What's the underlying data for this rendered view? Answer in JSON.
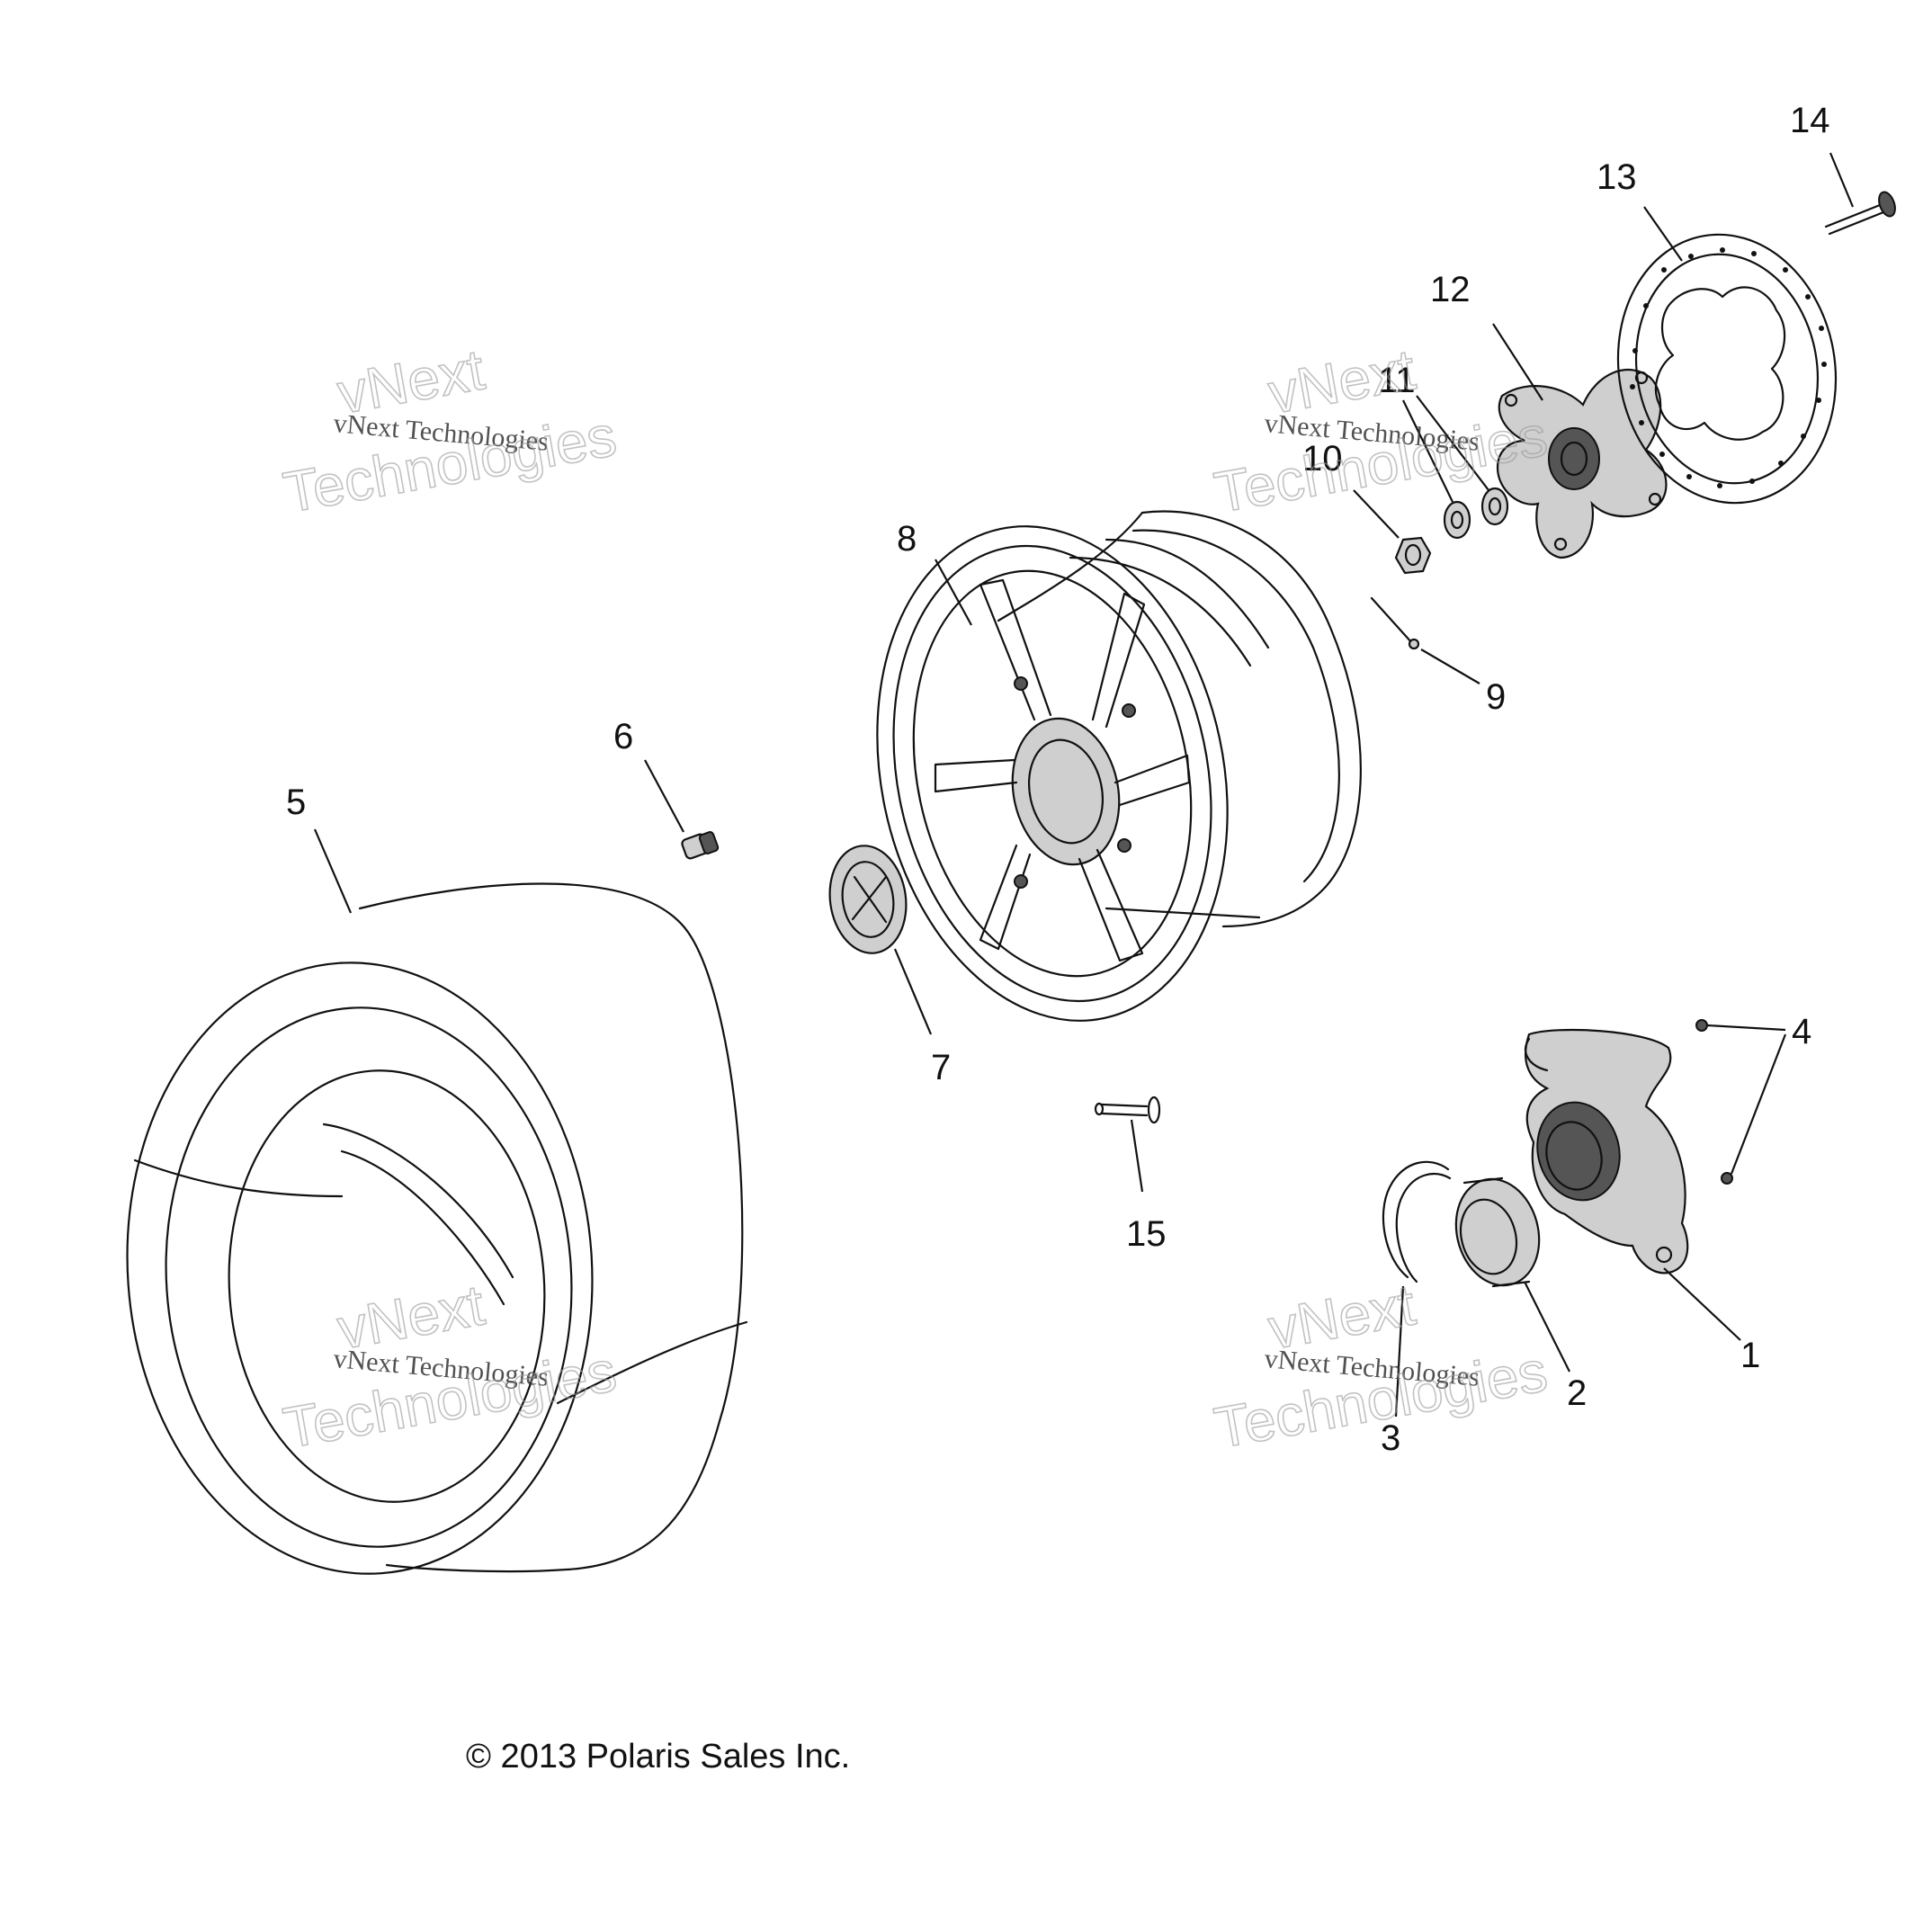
{
  "labels": {
    "l1": "1",
    "l2": "2",
    "l3": "3",
    "l4": "4",
    "l5": "5",
    "l6": "6",
    "l7": "7",
    "l8": "8",
    "l9": "9",
    "l10": "10",
    "l11": "11",
    "l12": "12",
    "l13": "13",
    "l14": "14",
    "l15": "15"
  },
  "copyright": "© 2013 Polaris Sales Inc.",
  "watermark": {
    "line1": "vNext Technologies",
    "line2": "vNext",
    "line3": "Technologies"
  }
}
